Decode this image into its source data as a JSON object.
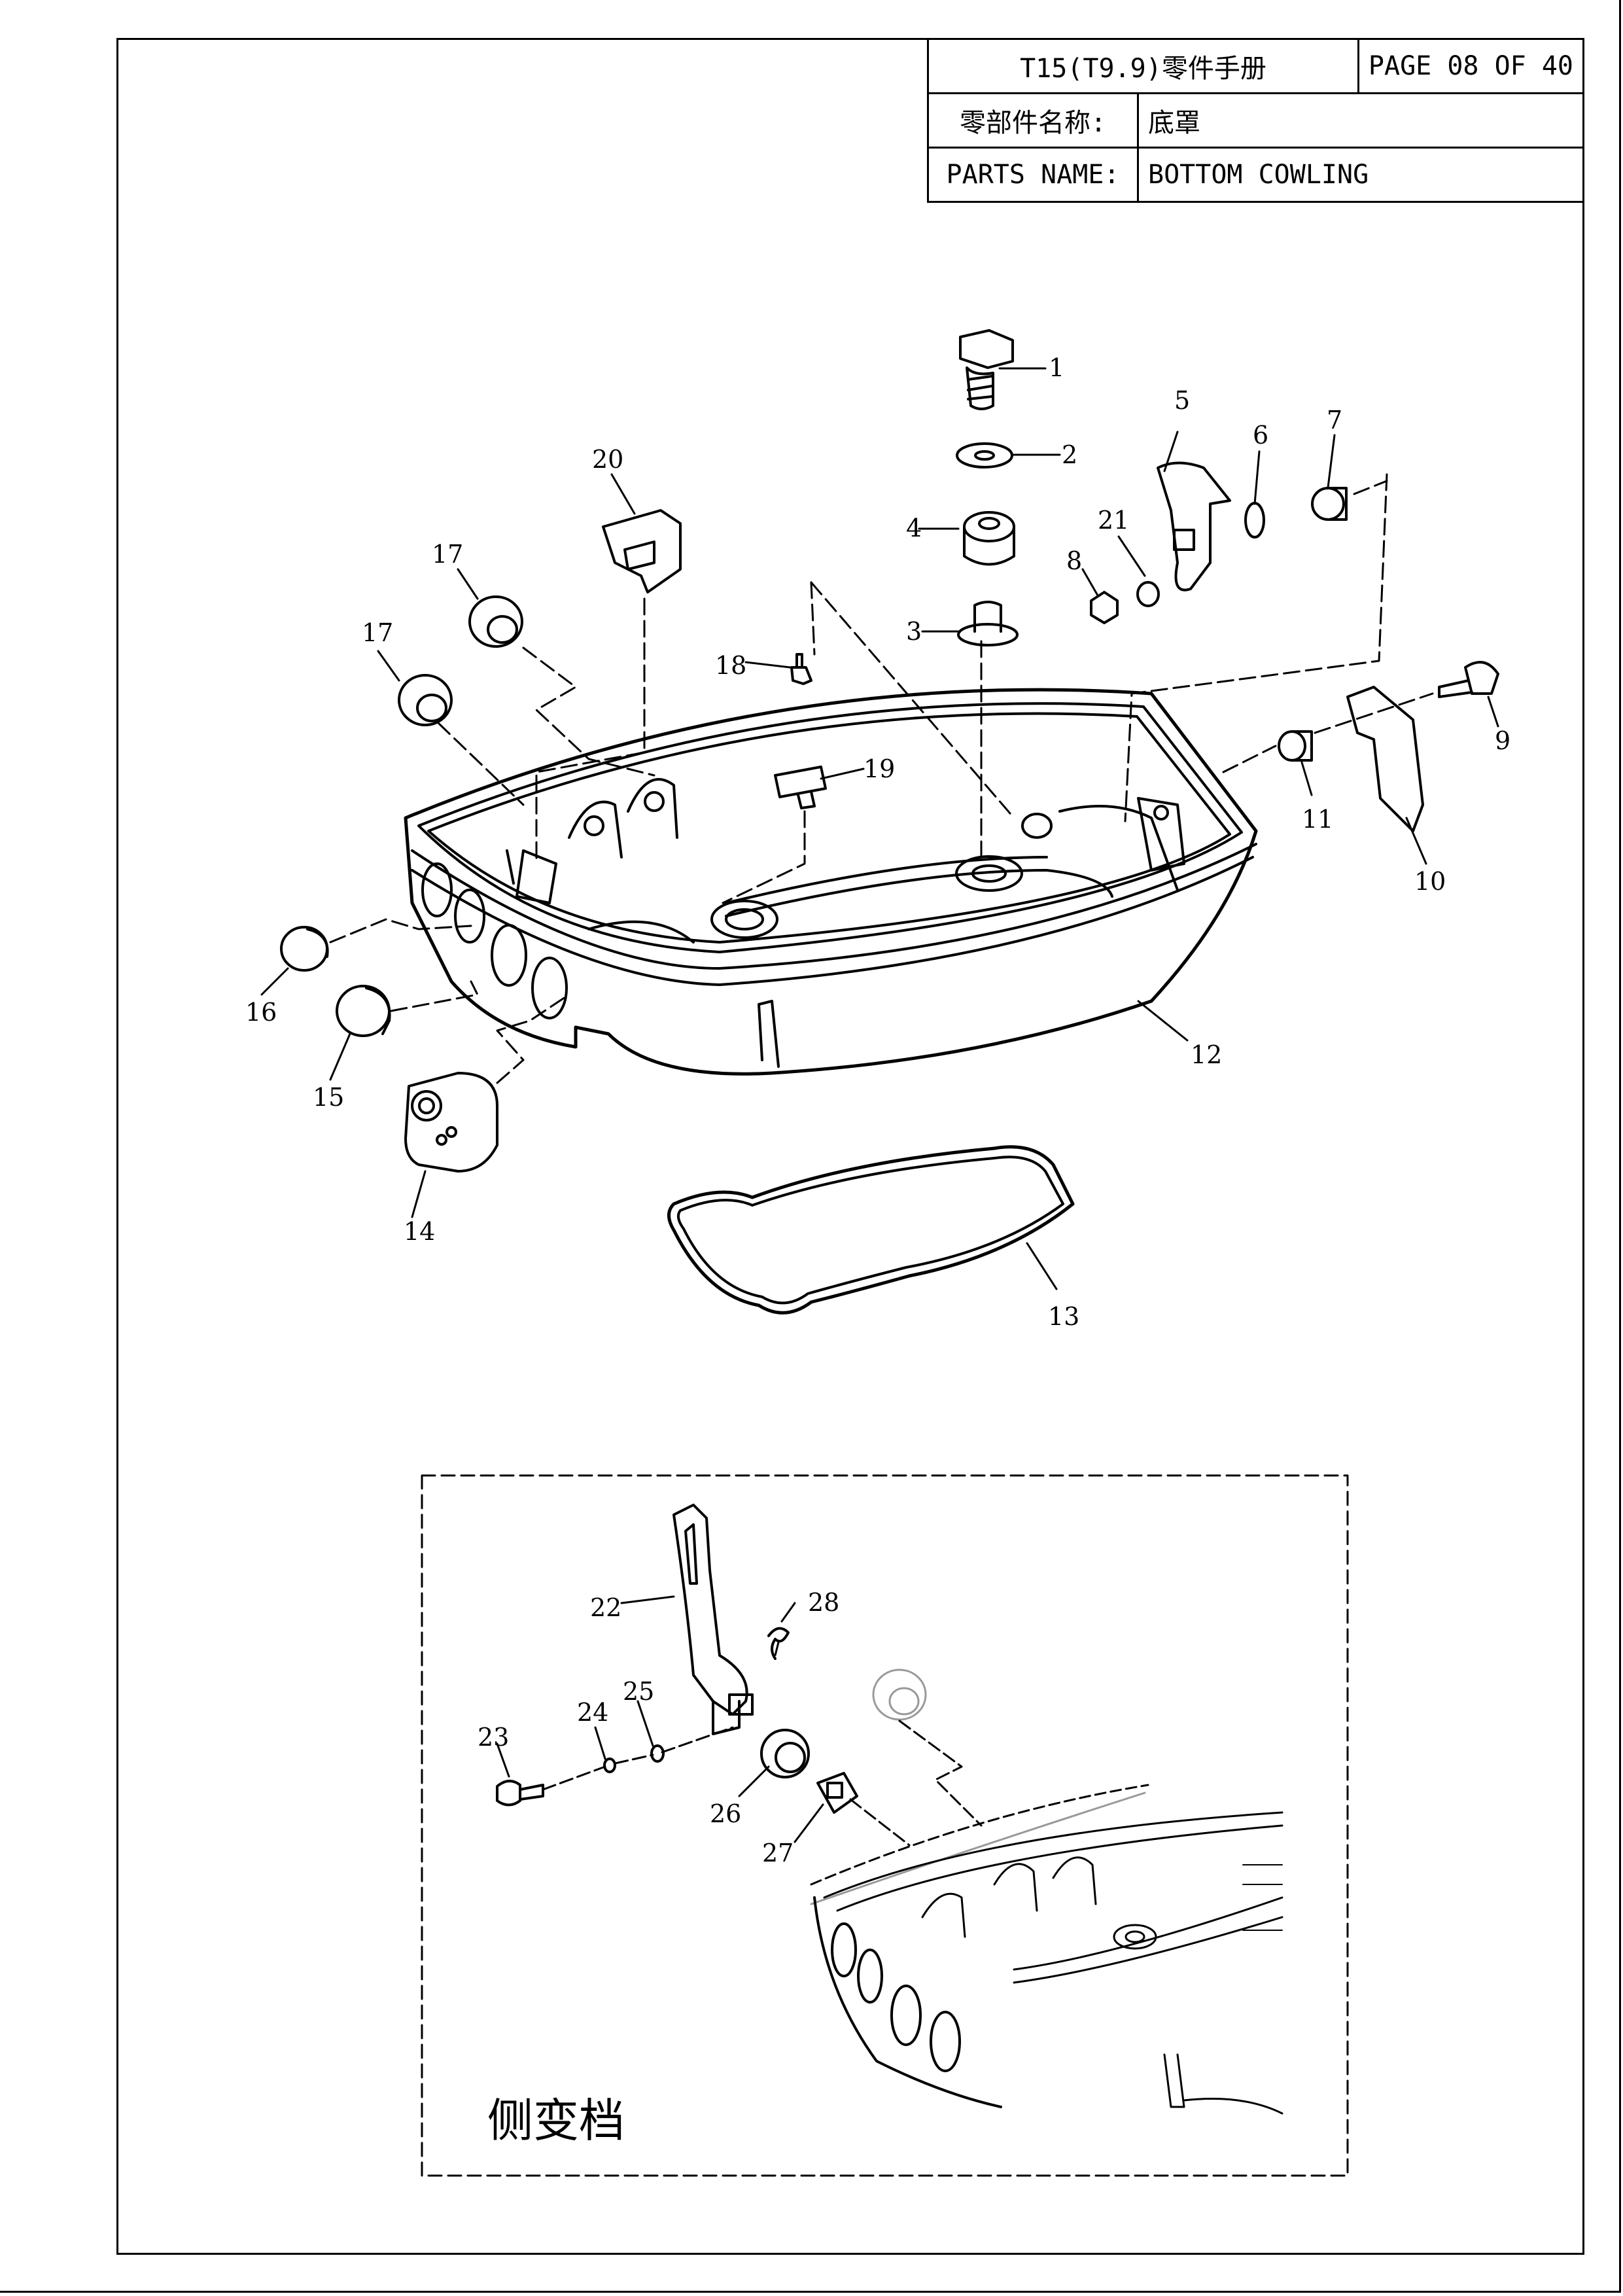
{
  "header": {
    "manual_title": "T15(T9.9)零件手册",
    "page_label": "PAGE 08 OF 40",
    "part_name_cn_label": "零部件名称:",
    "part_name_cn_value": "底罩",
    "part_name_en_label": "PARTS NAME:",
    "part_name_en_value": "BOTTOM COWLING"
  },
  "callouts": [
    "1",
    "2",
    "3",
    "4",
    "5",
    "6",
    "7",
    "8",
    "9",
    "10",
    "11",
    "12",
    "13",
    "14",
    "15",
    "16",
    "17",
    "17",
    "18",
    "19",
    "20",
    "21",
    "22",
    "23",
    "24",
    "25",
    "26",
    "27",
    "28"
  ],
  "inset": {
    "caption": "侧变档"
  }
}
